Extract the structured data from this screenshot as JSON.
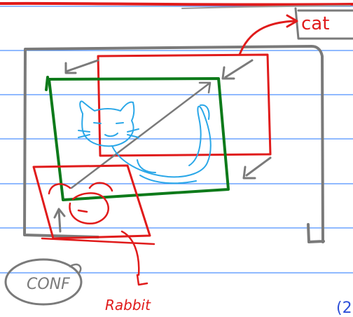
{
  "labels": {
    "cat": "cat",
    "conf": "CONF",
    "rabbit": "Rabbit",
    "corner_mark": "(2"
  },
  "colors": {
    "ruled_line": "#2f7dff",
    "red_ink": "#e01b1b",
    "green_ink": "#0d7a1a",
    "gray_ink": "#7a7a7a",
    "cyan_ink": "#2aa7e8",
    "blue_ink": "#2d4fd8"
  }
}
